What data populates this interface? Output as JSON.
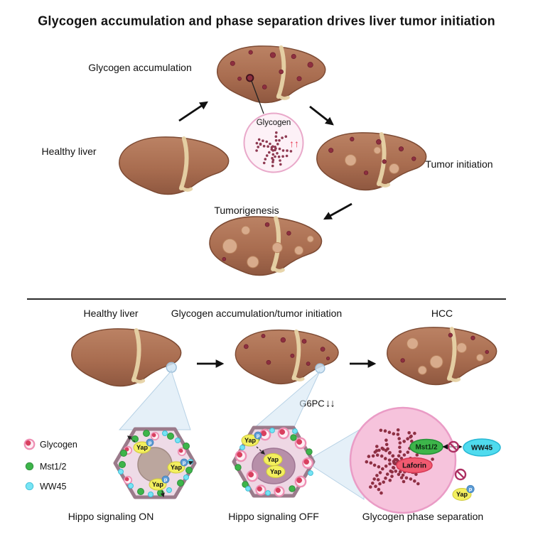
{
  "title": "Glycogen accumulation and phase separation drives liver tumor initiation",
  "top_panel": {
    "label_glycogen_accumulation": "Glycogen accumulation",
    "label_healthy_liver": "Healthy liver",
    "label_tumor_initiation": "Tumor initiation",
    "label_tumorigenesis": "Tumorigenesis",
    "inset": {
      "label": "Glycogen",
      "up_arrows": "↑↑"
    }
  },
  "bottom_panel": {
    "stage_labels": [
      "Healthy liver",
      "Glycogen accumulation/tumor initiation",
      "HCC"
    ],
    "g6pc_label": "G6PC",
    "g6pc_arrows": "↓↓",
    "legend": [
      {
        "name": "Glycogen"
      },
      {
        "name": "Mst1/2"
      },
      {
        "name": "WW45"
      }
    ],
    "yap": "Yap",
    "p": "p",
    "phase": {
      "mst": "Mst1/2",
      "laforin": "Laforin",
      "ww45": "WW45"
    },
    "captions": [
      "Hippo signaling ON",
      "Hippo signaling OFF",
      "Glycogen phase separation"
    ]
  },
  "colors": {
    "liver": "#a96d50",
    "lesion_spot": "#8e2f3f",
    "tumor_bump": "#d8ab8c",
    "glycogen_ring_pink": "#ee8fb4",
    "glycogen_red": "#d8405f",
    "mst_green": "#3db54a",
    "ww45_cyan": "#4fdbee",
    "yap_yellow": "#f3ef5e",
    "phospho_blue": "#5b9bd5",
    "phase_circle_pink": "#f6c3dc",
    "zoom_cone_blue": "#cfe4f3",
    "prohibition": "#ad2f62"
  }
}
